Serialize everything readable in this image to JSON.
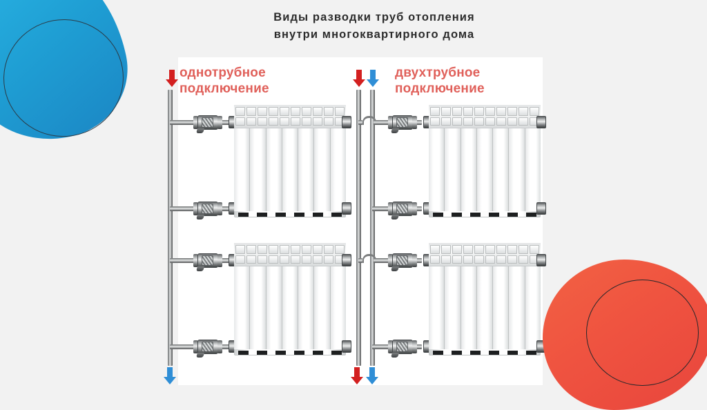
{
  "page": {
    "background_color": "#f2f2f2",
    "panel_color": "#ffffff",
    "title_lines": [
      "Виды разводки труб отопления",
      "внутри многоквартирного дома"
    ],
    "title_color": "#2c2c2c"
  },
  "decorations": {
    "blue_blob": {
      "name": "blue-blob",
      "color": "#1f9fd4"
    },
    "blue_ring": {
      "name": "blue-outline-circle",
      "color": "#2b3b47"
    },
    "red_blob": {
      "name": "red-blob",
      "color": "#ef5340"
    },
    "red_ring": {
      "name": "red-outline-circle",
      "color": "#23272b"
    }
  },
  "schemes": [
    {
      "id": "single-pipe",
      "label_lines": [
        "однотрубное",
        "подключение"
      ],
      "label_color": "#e0605a",
      "risers": [
        {
          "name": "supply-riser",
          "flow": "supply",
          "arrow_top_color": "#d32020",
          "arrow_bottom_color": "#2f8ed6"
        }
      ],
      "top_arrows": [
        {
          "name": "supply-arrow-down",
          "color": "#d32020",
          "direction": "down"
        }
      ],
      "bottom_arrows": [
        {
          "name": "return-arrow-down",
          "color": "#2f8ed6",
          "direction": "down"
        }
      ],
      "radiators": [
        {
          "name": "radiator-upper-left",
          "sections": 7,
          "valves": 2
        },
        {
          "name": "radiator-lower-left",
          "sections": 7,
          "valves": 2
        }
      ]
    },
    {
      "id": "two-pipe",
      "label_lines": [
        "двухтрубное",
        "подключение"
      ],
      "label_color": "#e0605a",
      "risers": [
        {
          "name": "supply-riser",
          "flow": "supply",
          "arrow_color": "#d32020"
        },
        {
          "name": "return-riser",
          "flow": "return",
          "arrow_color": "#2f8ed6"
        }
      ],
      "top_arrows": [
        {
          "name": "supply-arrow-down",
          "color": "#d32020",
          "direction": "down"
        },
        {
          "name": "return-arrow-down",
          "color": "#2f8ed6",
          "direction": "down"
        }
      ],
      "bottom_arrows": [
        {
          "name": "supply-arrow-down",
          "color": "#d32020",
          "direction": "down"
        },
        {
          "name": "return-arrow-down",
          "color": "#2f8ed6",
          "direction": "down"
        }
      ],
      "radiators": [
        {
          "name": "radiator-upper-right",
          "sections": 7,
          "valves": 2
        },
        {
          "name": "radiator-lower-right",
          "sections": 7,
          "valves": 2
        }
      ]
    }
  ],
  "components": {
    "valve_name": "shut-off-valve",
    "pipe_color_light": "#e8eaea",
    "pipe_color_dark": "#4e5051",
    "radiator_foot_color": "#1d1f20"
  }
}
